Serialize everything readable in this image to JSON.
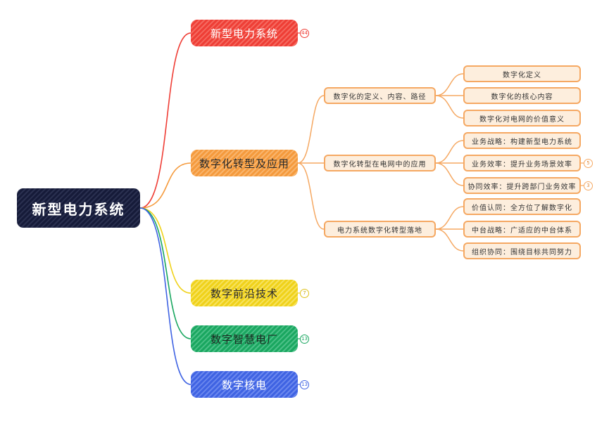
{
  "root": {
    "label": "新型电力系统"
  },
  "branches": [
    {
      "label": "新型电力系统",
      "color": "#ef3e36",
      "badge": "44"
    },
    {
      "label": "数字化转型及应用",
      "color": "#f59a3c",
      "badge": ""
    },
    {
      "label": "数字前沿技术",
      "color": "#f0d21a",
      "badge": "7"
    },
    {
      "label": "数字智慧电厂",
      "color": "#1aa760",
      "badge": "13"
    },
    {
      "label": "数字核电",
      "color": "#3f63e3",
      "badge": "13"
    }
  ],
  "sub_topics": [
    {
      "label": "数字化的定义、内容、路径",
      "children": [
        {
          "label": "数字化定义",
          "badge": ""
        },
        {
          "label": "数字化的核心内容",
          "badge": ""
        },
        {
          "label": "数字化对电网的价值意义",
          "badge": ""
        }
      ]
    },
    {
      "label": "数字化转型在电网中的应用",
      "children": [
        {
          "label": "业务战略：构建新型电力系统",
          "badge": ""
        },
        {
          "label": "业务效率：提升业务场景效率",
          "badge": "5"
        },
        {
          "label": "协同效率：提升跨部门业务效率",
          "badge": "3"
        }
      ]
    },
    {
      "label": "电力系统数字化转型落地",
      "children": [
        {
          "label": "价值认同：全方位了解数字化",
          "badge": ""
        },
        {
          "label": "中台战略：广适应的中台体系",
          "badge": ""
        },
        {
          "label": "组织协同：围绕目标共同努力",
          "badge": ""
        }
      ]
    }
  ]
}
